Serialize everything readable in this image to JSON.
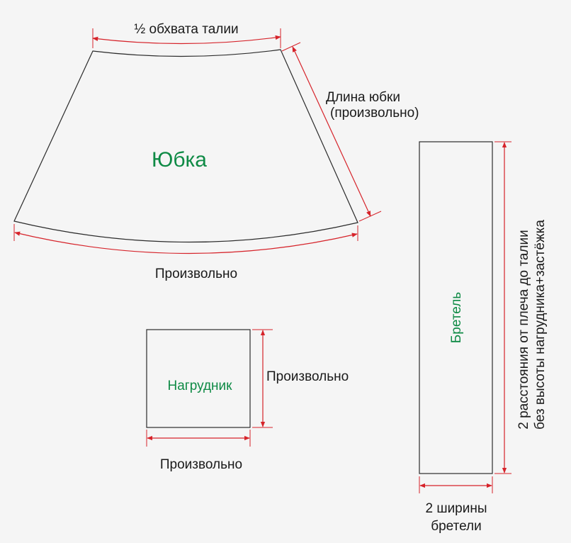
{
  "diagram": {
    "skirt": {
      "title": "Юбка",
      "waist_label": "½ обхвата талии",
      "length_label_line1": "Длина юбки",
      "length_label_line2": "(произвольно)",
      "hem_label": "Произвольно"
    },
    "bib": {
      "title": "Нагрудник",
      "height_label": "Произвольно",
      "width_label": "Произвольно"
    },
    "strap": {
      "title": "Бретель",
      "length_label_line1": "2 расстояния от плеча до талии",
      "length_label_line2": "без высоты нагрудника+застёжка",
      "width_label_line1": "2 ширины",
      "width_label_line2": "бретели"
    },
    "colors": {
      "dimension_lines": "#d6232a",
      "piece_titles": "#0e8a45",
      "outlines": "#2b2b2b",
      "background": "#f5f5f5"
    }
  }
}
